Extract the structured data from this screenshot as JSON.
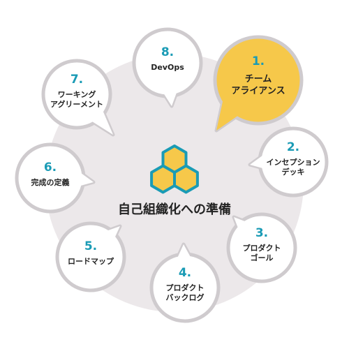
{
  "center": {
    "title": "自己組織化への準備",
    "icon": "honeycomb-icon"
  },
  "colors": {
    "highlight": "#f6c84a",
    "accent_number": "#1a9bb5",
    "bubble_border": "#cfcbce",
    "background_disc": "#ece8ea",
    "hex_fill": "#f6c84a",
    "hex_stroke": "#1a9bb5"
  },
  "steps": [
    {
      "num": "1.",
      "lines": [
        "チーム",
        "アライアンス"
      ],
      "highlight": true
    },
    {
      "num": "2.",
      "lines": [
        "インセプション",
        "デッキ"
      ]
    },
    {
      "num": "3.",
      "lines": [
        "プロダクト",
        "ゴール"
      ]
    },
    {
      "num": "4.",
      "lines": [
        "プロダクト",
        "バックログ"
      ]
    },
    {
      "num": "5.",
      "lines": [
        "ロードマップ"
      ]
    },
    {
      "num": "6.",
      "lines": [
        "完成の定義"
      ]
    },
    {
      "num": "7.",
      "lines": [
        "ワーキング",
        "アグリーメント"
      ]
    },
    {
      "num": "8.",
      "lines": [
        "DevOps"
      ]
    }
  ]
}
